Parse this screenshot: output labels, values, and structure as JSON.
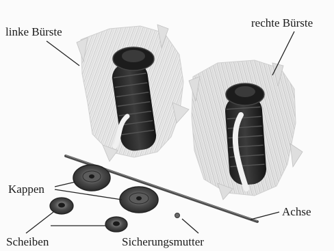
{
  "labels": {
    "left_brush": "linke Bürste",
    "right_brush": "rechte Bürste",
    "caps": "Kappen",
    "washers": "Scheiben",
    "lock_nut": "Sicherungsmutter",
    "axle": "Achse"
  }
}
